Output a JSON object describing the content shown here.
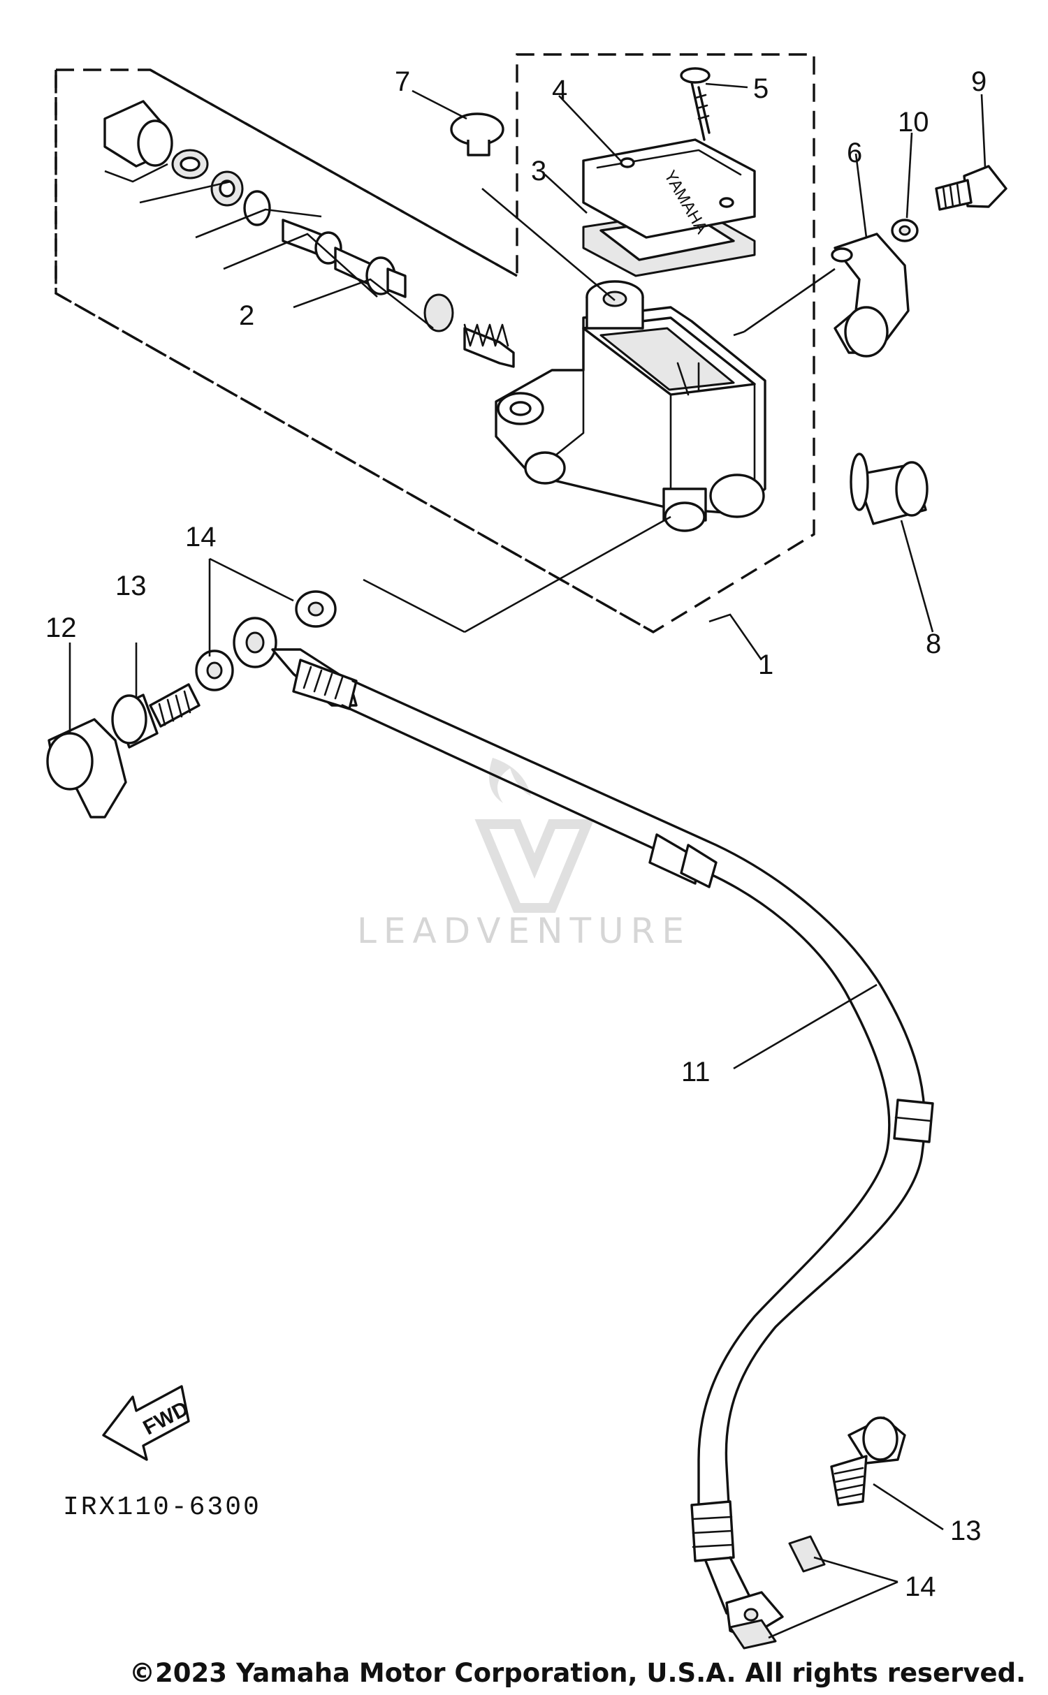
{
  "callouts": {
    "c1": "1",
    "c2": "2",
    "c3": "3",
    "c4": "4",
    "c5": "5",
    "c6": "6",
    "c7": "7",
    "c8": "8",
    "c9": "9",
    "c10": "10",
    "c11": "11",
    "c12": "12",
    "c13a": "13",
    "c13b": "13",
    "c14a": "14",
    "c14b": "14"
  },
  "fwd_label": "FWD",
  "diagram_code": "IRX110-6300",
  "watermark": "LEADVENTURE",
  "copyright": "©2023 Yamaha Motor Corporation, U.S.A. All rights reserved.",
  "colors": {
    "ink": "#111111",
    "paper": "#ffffff",
    "watermark": "#d6d6d6"
  }
}
